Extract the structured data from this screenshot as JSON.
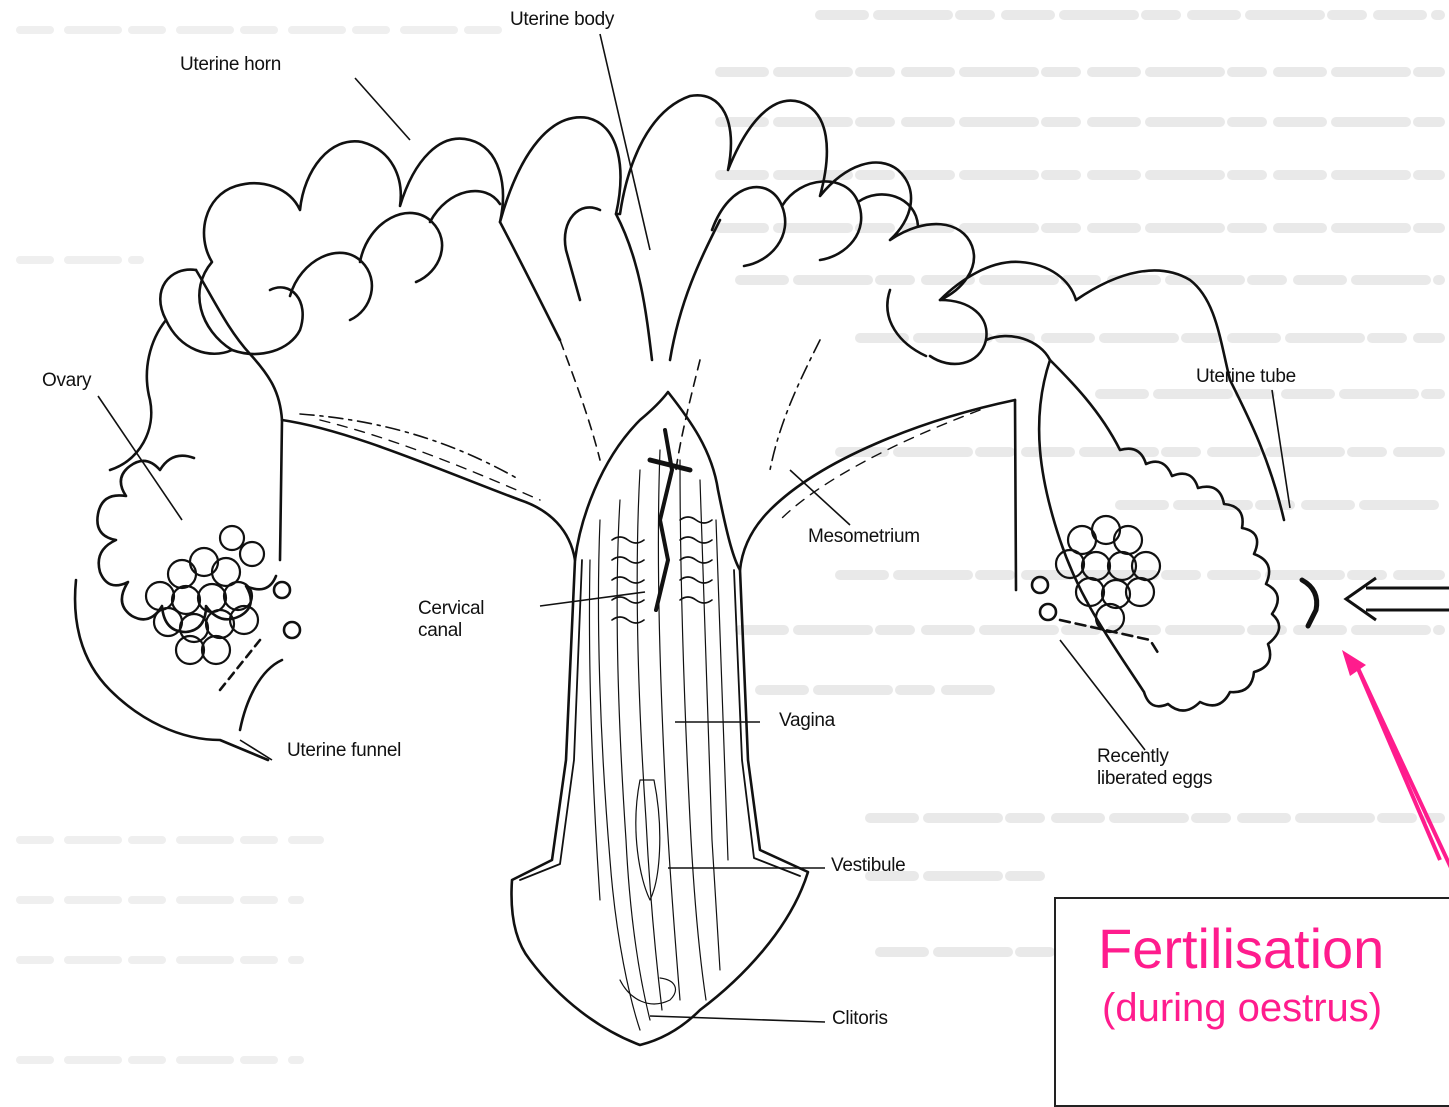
{
  "labels": {
    "uterine_body": "Uterine body",
    "uterine_horn": "Uterine horn",
    "ovary": "Ovary",
    "uterine_tube": "Uterine tube",
    "mesometrium": "Mesometrium",
    "cervical_canal": "Cervical\ncanal",
    "uterine_funnel": "Uterine funnel",
    "vagina": "Vagina",
    "recently_liberated_eggs": "Recently\nliberated eggs",
    "vestibule": "Vestibule",
    "clitoris": "Clitoris"
  },
  "callout": {
    "title": "Fertilisation",
    "subtitle": "(during oestrus)"
  },
  "colors": {
    "line": "#111111",
    "accent": "#ff1c8d",
    "ghost_text": "#e6e6e6"
  }
}
